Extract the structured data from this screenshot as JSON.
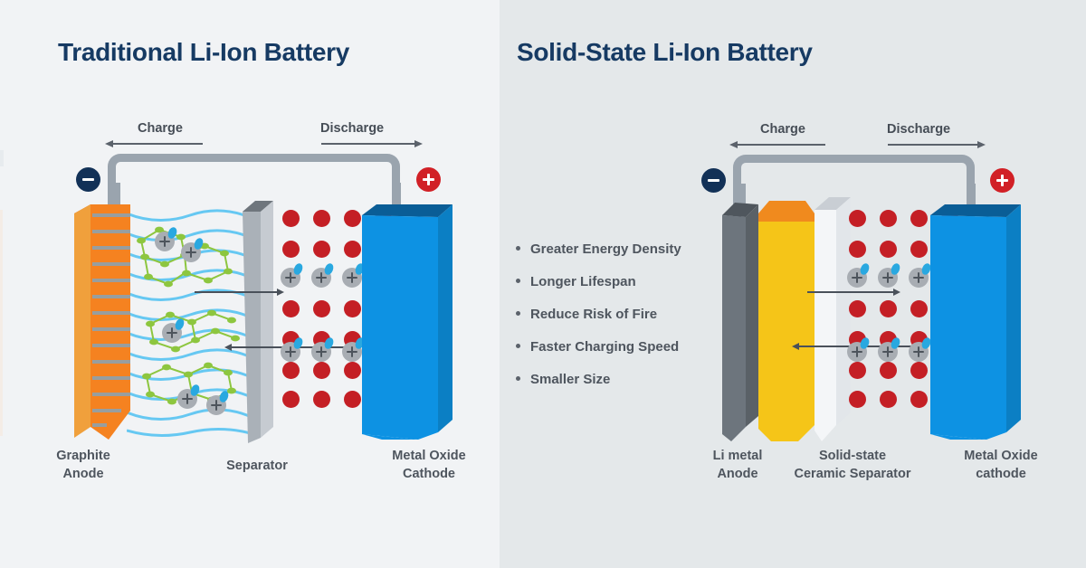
{
  "colors": {
    "title": "#163a63",
    "label": "#4e555e",
    "bg_left": "#f1f3f5",
    "bg_right": "#e4e8ea",
    "wire": "#9aa4ae",
    "negative_terminal": "#123157",
    "positive_terminal": "#d12026",
    "anode_graphite": "#f58220",
    "anode_li_metal": "#6d757d",
    "electrolyte_solid": "#f5c518",
    "separator": "#b9bfc6",
    "separator_ceramic": "#f4f6f8",
    "cathode": "#0d8fe0",
    "cathode_dot": "#c41f25",
    "li_ion": "#a8adb3",
    "wave": "#5bc5f2",
    "lattice": "#8dc63f"
  },
  "left_panel": {
    "title": "Traditional Li-Ion Battery",
    "flow": {
      "charge": "Charge",
      "discharge": "Discharge",
      "charge_direction": "left",
      "discharge_direction": "right"
    },
    "terminals": {
      "negative": "−",
      "positive": "+"
    },
    "captions": {
      "anode_line1": "Graphite",
      "anode_line2": "Anode",
      "separator": "Separator",
      "cathode_line1": "Metal Oxide",
      "cathode_line2": "Cathode"
    }
  },
  "right_panel": {
    "title": "Solid-State Li-Ion Battery",
    "flow": {
      "charge": "Charge",
      "discharge": "Discharge",
      "charge_direction": "left",
      "discharge_direction": "right"
    },
    "terminals": {
      "negative": "−",
      "positive": "+"
    },
    "captions": {
      "anode_line1": "Li metal",
      "anode_line2": "Anode",
      "separator_line1": "Solid-state",
      "separator_line2": "Ceramic Separator",
      "cathode_line1": "Metal Oxide",
      "cathode_line2": "cathode"
    },
    "benefits": [
      "Greater Energy Density",
      "Longer Lifespan",
      "Reduce Risk of Fire",
      "Faster Charging Speed",
      "Smaller Size"
    ]
  }
}
